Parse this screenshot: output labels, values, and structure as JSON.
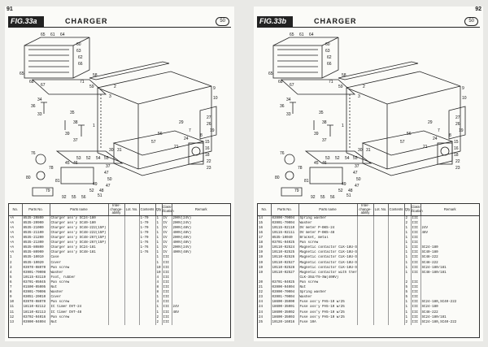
{
  "left": {
    "page_number": "91",
    "fig_label": "FIG.33a",
    "title": "CHARGER",
    "section_code": "50",
    "callouts": [
      "65",
      "61",
      "64",
      "60",
      "63",
      "62",
      "66",
      "65",
      "68",
      "67",
      "71",
      "58",
      "59",
      "34",
      "36",
      "33",
      "35",
      "38",
      "39",
      "37",
      "3",
      "1",
      "2",
      "9",
      "10",
      "29",
      "24",
      "21",
      "7",
      "27",
      "26",
      "19",
      "8",
      "15",
      "16",
      "18",
      "22",
      "23",
      "56",
      "57",
      "76",
      "78",
      "80",
      "81",
      "79",
      "53",
      "52",
      "54",
      "55",
      "30",
      "31",
      "37",
      "45",
      "46",
      "47",
      "50",
      "47",
      "48",
      "92",
      "55",
      "56",
      "49",
      "52",
      "51"
    ],
    "headers": [
      "No.",
      "Parts No.",
      "Parts name",
      "Inter-change-ability",
      "Lot. No.",
      "Contents",
      "Qty",
      "Class-ification",
      "Remark"
    ],
    "rows": [
      [
        "+A",
        "8535-20800",
        "Charger ass'y  SC24-180",
        "",
        "",
        "1-70",
        "1",
        "IV",
        "200V(24V)"
      ],
      [
        "+A",
        "8535-20900",
        "Charger ass'y  SC40-180",
        "",
        "",
        "1-70",
        "1",
        "IV",
        "200V(24V)"
      ],
      [
        "+A",
        "8535-21000",
        "Charger ass'y  SC48-222(15P)",
        "",
        "",
        "1-70",
        "1",
        "IV",
        "200V(48V)"
      ],
      [
        "+A",
        "8535-21100",
        "Charger ass'y  SC48-222(15P)",
        "",
        "",
        "1-70",
        "1",
        "IV",
        "400V(48V)"
      ],
      [
        "+A",
        "8535-21200",
        "Charger ass'y  SC48-267(15P)",
        "",
        "",
        "1-70",
        "1",
        "IV",
        "200V(48V)"
      ],
      [
        "+A",
        "8535-21300",
        "Charger ass'y  SC48-267(15P)",
        "",
        "",
        "1-76",
        "1",
        "IV",
        "400V(48V)"
      ],
      [
        "+A",
        "8535-80800",
        "Charger ass'y  SC24-181",
        "",
        "",
        "1-76",
        "1",
        "IV",
        "200V(24V)"
      ],
      [
        "+A",
        "8535-80900",
        "Charger ass'y  SC48-181",
        "",
        "",
        "1-76",
        "1",
        "IV",
        "400V(48V)"
      ],
      [
        "1",
        "8535-10010",
        "Case",
        "",
        "",
        "",
        "1",
        "III",
        ""
      ],
      [
        "2",
        "8535-10020",
        "Cover",
        "",
        "",
        "",
        "1",
        "III",
        ""
      ],
      [
        "3",
        "03970-08070",
        "Pan screw",
        "",
        "",
        "",
        "10",
        "III",
        ""
      ],
      [
        "4",
        "03901-70008",
        "Washer",
        "",
        "",
        "",
        "10",
        "III",
        ""
      ],
      [
        "5",
        "10115-03119",
        "Foot, rubber",
        "",
        "",
        "",
        "4",
        "III",
        ""
      ],
      [
        "6",
        "03701-05045",
        "Pan screw",
        "",
        "",
        "",
        "4",
        "III",
        ""
      ],
      [
        "7",
        "01500-05005",
        "Nut",
        "",
        "",
        "",
        "8",
        "III",
        ""
      ],
      [
        "8",
        "03901-70006",
        "Washer",
        "",
        "",
        "",
        "8",
        "III",
        ""
      ],
      [
        "9",
        "03051-20010",
        "Cover",
        "",
        "",
        "",
        "1",
        "III",
        ""
      ],
      [
        "10",
        "03970-08070",
        "Pan screw",
        "",
        "",
        "",
        "4",
        "III",
        ""
      ],
      [
        "11",
        "18110-02112",
        "IC timer  DVT-24",
        "",
        "",
        "",
        "1",
        "III",
        "24V"
      ],
      [
        "11",
        "18110-02113",
        "IC timer  DVT-48",
        "",
        "",
        "",
        "1",
        "III",
        "48V"
      ],
      [
        "12",
        "03702-04016",
        "Pan screw",
        "",
        "",
        "",
        "2",
        "III",
        ""
      ],
      [
        "13",
        "03900-04004",
        "Nut",
        "",
        "",
        "",
        "2",
        "III",
        ""
      ]
    ]
  },
  "right": {
    "page_number": "92",
    "fig_label": "FIG.33b",
    "title": "CHARGER",
    "section_code": "50",
    "callouts": [
      "65",
      "61",
      "64",
      "60",
      "63",
      "62",
      "66",
      "65",
      "68",
      "67",
      "71",
      "58",
      "59",
      "34",
      "36",
      "33",
      "35",
      "38",
      "39",
      "37",
      "3",
      "1",
      "2",
      "9",
      "10",
      "29",
      "24",
      "21",
      "7",
      "27",
      "26",
      "19",
      "8",
      "15",
      "16",
      "18",
      "22",
      "23",
      "56",
      "57",
      "76",
      "78",
      "80",
      "81",
      "79",
      "53",
      "52",
      "54",
      "55",
      "30",
      "31",
      "37",
      "45",
      "46",
      "47",
      "50",
      "47",
      "48",
      "92",
      "55",
      "56",
      "49",
      "52",
      "51"
    ],
    "headers": [
      "No.",
      "Parts No.",
      "Parts name",
      "Inter-change-ability",
      "Lot. No.",
      "Contents",
      "Qty",
      "Class-ification",
      "Remark"
    ],
    "rows": [
      [
        "14",
        "03900-70004",
        "Spring washer",
        "",
        "",
        "",
        "2",
        "III",
        ""
      ],
      [
        "15",
        "03901-70004",
        "Washer",
        "",
        "",
        "",
        "2",
        "III",
        ""
      ],
      [
        "16",
        "10115-02110",
        "DV meter  P-BK5-24",
        "",
        "",
        "",
        "1",
        "III",
        "24V"
      ],
      [
        "16",
        "10115-02111",
        "DV meter  P-BK5-48",
        "",
        "",
        "",
        "1",
        "III",
        "48V"
      ],
      [
        "17",
        "8535-10040",
        "Bracket, metal",
        "",
        "",
        "",
        "1",
        "III",
        ""
      ],
      [
        "18",
        "03701-04025",
        "Pan screw",
        "",
        "",
        "",
        "1",
        "III",
        ""
      ],
      [
        "19",
        "10110-02524",
        "Magnetic contactor CLK-18U-SW(200V)",
        "",
        "",
        "",
        "1",
        "III",
        "SC24-180"
      ],
      [
        "19",
        "10110-02525",
        "Magnetic contactor CLK-18U-SW(200V)",
        "",
        "",
        "",
        "1",
        "III",
        "SC40-180"
      ],
      [
        "19",
        "10110-02526",
        "Magnetic contactor CLK-18U-SW(400V)",
        "",
        "",
        "",
        "1",
        "III",
        "SC48-222"
      ],
      [
        "19",
        "10110-02527",
        "Magnetic contactor CLK-18U-SW(200V)",
        "",
        "",
        "",
        "1",
        "III",
        "SC48-222"
      ],
      [
        "19",
        "10110-02528",
        "Magnetic contactor CLK-18U-SW(400V)",
        "",
        "",
        "",
        "1",
        "III",
        "SC24-180/181"
      ],
      [
        "19",
        "10110-02527",
        "Magnetic contactor with thermal",
        "",
        "",
        "",
        "1",
        "III",
        "SC48-180/181"
      ],
      [
        "",
        "",
        "      CLK-35U/T9-SW(400V)",
        "",
        "",
        "",
        "",
        "",
        ""
      ],
      [
        "20",
        "03701-04025",
        "Pan screw",
        "",
        "",
        "",
        "2",
        "III",
        ""
      ],
      [
        "21",
        "03900-04004",
        "Nut",
        "",
        "",
        "",
        "5",
        "III",
        ""
      ],
      [
        "22",
        "03900-70004",
        "Spring washer",
        "",
        "",
        "",
        "5",
        "III",
        ""
      ],
      [
        "23",
        "03901-70004",
        "Washer",
        "",
        "",
        "",
        "5",
        "III",
        ""
      ],
      [
        "24",
        "18600-35000",
        "Fuse ass'y  PA5-10  w/25",
        "",
        "",
        "",
        "1",
        "III",
        "SC24-180,SC40-222"
      ],
      [
        "24",
        "18600-35001",
        "Fuse ass'y  PA5-10  w/25",
        "",
        "",
        "",
        "1",
        "III",
        "SC24-180"
      ],
      [
        "24",
        "18600-35002",
        "Fuse ass'y  PA5-10  w/25",
        "",
        "",
        "",
        "1",
        "III",
        "SC48-222"
      ],
      [
        "24",
        "18600-35003",
        "Fuse ass'y  PA5-10  w/25",
        "",
        "",
        "",
        "1",
        "III",
        "SC24-180/181"
      ],
      [
        "25",
        "10120-16016",
        "Fuse  10A",
        "",
        "",
        "",
        "2",
        "III",
        "SC24-180,SC40-222"
      ]
    ]
  }
}
